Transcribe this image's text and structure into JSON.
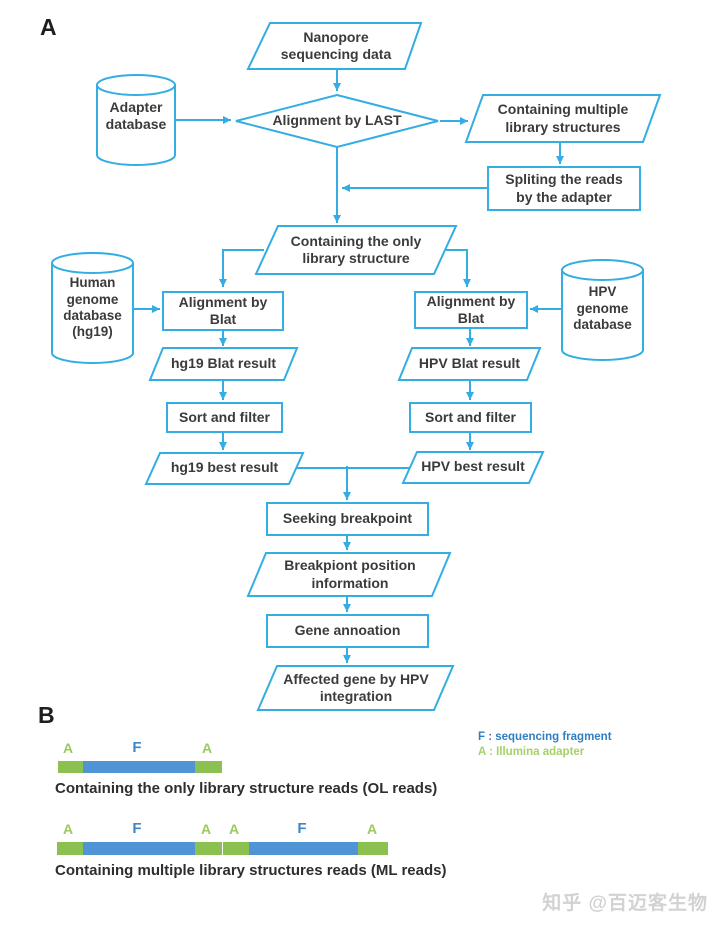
{
  "panel_a": {
    "label": "A",
    "nodes": {
      "nanopore": "Nanopore\nsequencing data",
      "adapter_db": "Adapter\ndatabase",
      "alignment_last": "Alignment by LAST",
      "multiple_lib": "Containing multiple\nlibrary structures",
      "split_reads": "Spliting the reads\nby the adapter",
      "only_lib": "Containing the only\nlibrary structure",
      "human_db": "Human\ngenome\ndatabase\n(hg19)",
      "blat_left": "Alignment by\nBlat",
      "hg19_blat": "hg19 Blat result",
      "sort_left": "Sort and filter",
      "hg19_best": "hg19 best result",
      "hpv_db": "HPV\ngenome\ndatabase",
      "blat_right": "Alignment by\nBlat",
      "hpv_blat": "HPV Blat result",
      "sort_right": "Sort and filter",
      "hpv_best": "HPV best result",
      "seeking": "Seeking breakpoint",
      "breakpoint_info": "Breakpiont position\ninformation",
      "gene_annotation": "Gene annoation",
      "affected": "Affected gene by HPV\nintegration"
    }
  },
  "panel_b": {
    "label": "B",
    "read1": {
      "labels": [
        "A",
        "F",
        "A"
      ],
      "caption": "Containing the only library structure reads (OL reads)"
    },
    "read2": {
      "labels": [
        "A",
        "F",
        "A",
        "A",
        "F",
        "A"
      ],
      "caption": "Containing multiple library structures reads (ML reads)"
    },
    "legend": {
      "fragment": "F : sequencing fragment",
      "adapter": "A : Illumina adapter"
    }
  },
  "watermark": "知乎 @百迈客生物",
  "colors": {
    "flow_stroke": "#33ade3",
    "node_text": "#3b3b3b",
    "adapter_green": "#8cc152",
    "fragment_blue": "#4f94d4",
    "legend_blue": "#2f7fc2",
    "legend_green": "#a5d06a",
    "watermark_gray": "#d2d2d2"
  }
}
